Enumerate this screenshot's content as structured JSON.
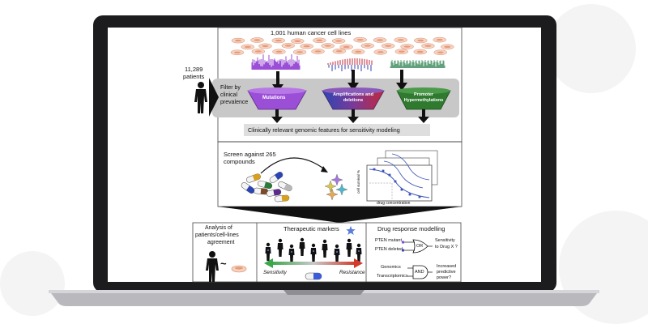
{
  "colors": {
    "bezel": "#1c1c1e",
    "screen_bg": "#ffffff",
    "mutations": "#9b4fd6",
    "amplifications_red": "#c0283a",
    "amplifications_blue": "#2b46b3",
    "hypermethylations": "#2f7a2f",
    "filter_band": "#c8c8c8",
    "feature_box": "#dedede",
    "sensitivity_green": "#3aa84a",
    "resistance_red": "#d23a2a",
    "star": "#5b7fd9"
  },
  "icons": [
    "human-silhouette-icon",
    "cell-dish-icon",
    "pill-capsule-icon",
    "star-icon",
    "dose-response-curve-icon",
    "or-gate-icon",
    "and-gate-icon",
    "funnel-icon",
    "tilde-icon"
  ],
  "top": {
    "cell_lines_title": "1,001 human cancer cell lines",
    "patients_count": "11,289",
    "patients_label": "patients",
    "filter_text": [
      "Filter by",
      "clinical",
      "prevalence"
    ],
    "funnels": [
      "Mutations",
      "Amplifications and deletions",
      "Promoter Hypermethylations"
    ],
    "features_box": "Clinically relevant genomic features for sensitivity modeling"
  },
  "middle": {
    "screen_text": [
      "Screen against 265",
      "compounds"
    ],
    "ylabel": "cell survival %",
    "xlabel": "drug concentration"
  },
  "bottom": {
    "left_title": [
      "Analysis of",
      "patients/cell-lines",
      "agreement"
    ],
    "tilde": "~",
    "center_title": "Therapeutic markers",
    "sensitivity": "Sensitivity",
    "resistance": "Resistance",
    "right_title": "Drug response modelling",
    "gate1_inputs": [
      "PTEN mutant",
      "PTEN deleted"
    ],
    "gate1_op": "OR",
    "gate1_out": [
      "Sensitivity",
      "to Drug X ?"
    ],
    "gate2_inputs": [
      "Genomics",
      "Transcriptomics"
    ],
    "gate2_op": "AND",
    "gate2_out": [
      "Increased",
      "predictive",
      "power?"
    ]
  }
}
